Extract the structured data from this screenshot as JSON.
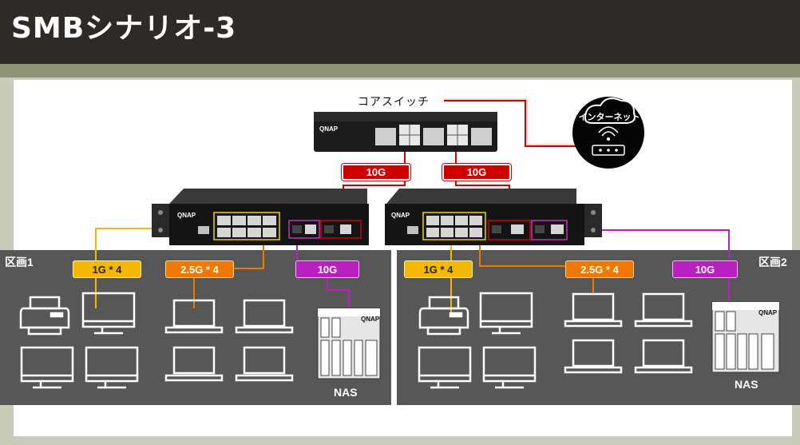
{
  "title": "SMBシナリオ-3",
  "core_switch_label": "コアスイッチ",
  "internet_label": "インターネット",
  "brand": "QNAP",
  "uplinks": [
    "10G",
    "10G"
  ],
  "zones": [
    {
      "label": "区画1",
      "tags": {
        "g1": "1G * 4",
        "g25": "2.5G * 4",
        "g10": "10G"
      },
      "nas": "NAS"
    },
    {
      "label": "区画2",
      "tags": {
        "g1": "1G * 4",
        "g25": "2.5G * 4",
        "g10": "10G"
      },
      "nas": "NAS"
    }
  ],
  "colors": {
    "red": "#d10000",
    "gold": "#f5b800",
    "orange": "#f07800",
    "purple": "#b820c0",
    "zone_bg": "#575757"
  }
}
